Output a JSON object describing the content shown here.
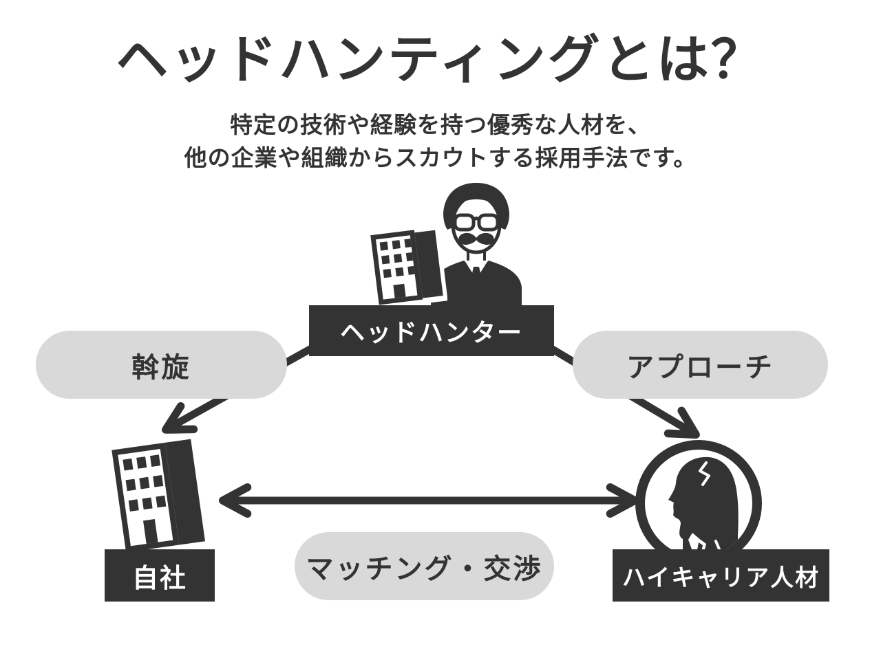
{
  "header": {
    "title": "ヘッドハンティングとは？",
    "subtitle_lines": [
      "特定の技術や経験を持つ優秀な人材を、",
      "他の企業や組織からスカウトする採用手法です。"
    ]
  },
  "nodes": {
    "headhunter": {
      "label": "ヘッドハンター",
      "icon": "building-and-headhunter-man-icon"
    },
    "own_company": {
      "label": "自社",
      "icon": "office-building-icon"
    },
    "high_career_talent": {
      "label": "ハイキャリア人材",
      "icon": "businessman-profile-circle-icon"
    }
  },
  "relations": {
    "mediation": {
      "label": "斡旋",
      "from": "headhunter",
      "to": "own_company",
      "arrow": "one-way"
    },
    "approach": {
      "label": "アプローチ",
      "from": "headhunter",
      "to": "high_career_talent",
      "arrow": "one-way"
    },
    "matching_negotiation": {
      "label": "マッチング・交渉",
      "from": "own_company",
      "to": "high_career_talent",
      "arrow": "two-way"
    }
  },
  "colors": {
    "dark": "#333333",
    "pill_background": "#d9d9d9",
    "background": "#ffffff",
    "label_text": "#ffffff"
  }
}
